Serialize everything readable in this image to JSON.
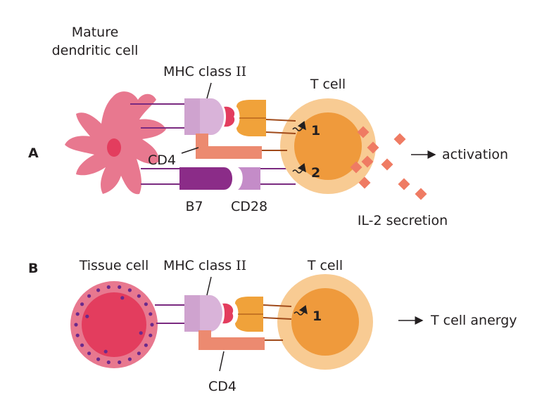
{
  "panel_a": {
    "letter": "A",
    "dendritic_line1": "Mature",
    "dendritic_line2": "dendritic cell",
    "mhc_text": "MHC class",
    "mhc_numeral": "II",
    "tcell": "T cell",
    "cd4": "CD4",
    "b7": "B7",
    "cd28": "CD28",
    "signal1": "1",
    "signal2": "2",
    "outcome": "activation",
    "secretion": "IL-2 secretion"
  },
  "panel_b": {
    "letter": "B",
    "tissue_cell": "Tissue cell",
    "mhc_text": "MHC class",
    "mhc_numeral": "II",
    "tcell": "T cell",
    "cd4": "CD4",
    "signal1": "1",
    "outcome": "T cell anergy"
  },
  "colors": {
    "dendritic": "#e8788f",
    "nucleus_red": "#e33d5e",
    "tcell_outer": "#f8cb93",
    "tcell_inner": "#ef9a3c",
    "mhc": "#d9b3d9",
    "tcr": "#f0a23a",
    "cd4": "#ec8a70",
    "b7": "#8b2c88",
    "cd28": "#c48cc8",
    "membrane_line": "#7a2a80",
    "il2": "#ef7b63"
  }
}
